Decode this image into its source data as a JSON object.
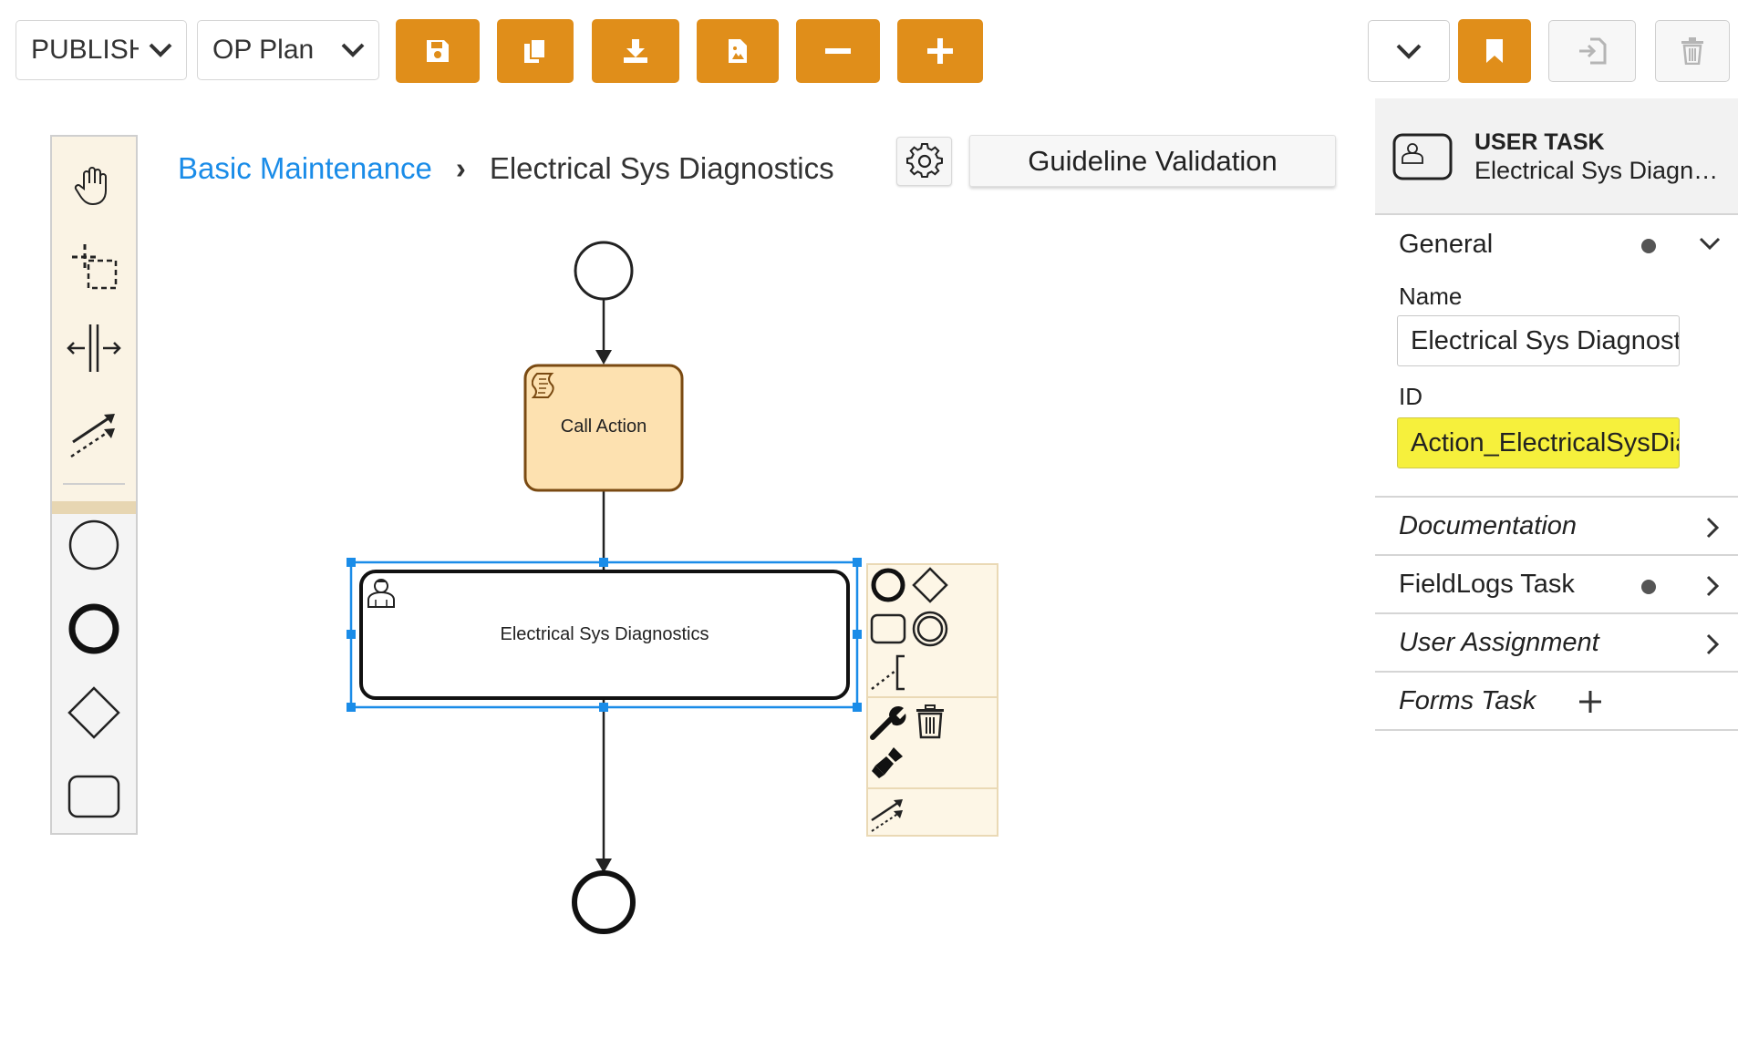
{
  "toolbar": {
    "status_select": "PUBLISH",
    "plan_select": "OP Plan",
    "buttons": [
      "save",
      "copy",
      "download",
      "export-image",
      "zoom-out",
      "zoom-in"
    ],
    "right_buttons": [
      "dropdown",
      "bookmark",
      "import",
      "delete"
    ]
  },
  "breadcrumb": {
    "parent": "Basic Maintenance",
    "separator": "›",
    "current": "Electrical Sys Diagnostics"
  },
  "canvas": {
    "guideline_button": "Guideline Validation",
    "call_action_label": "Call Action",
    "user_task_label": "Electrical Sys Diagnostics"
  },
  "palette": {
    "tools": [
      "hand-tool",
      "lasso-tool",
      "space-tool",
      "connect-tool"
    ],
    "shapes": [
      "start-event",
      "end-event",
      "gateway",
      "task"
    ]
  },
  "panel": {
    "type": "USER TASK",
    "name": "Electrical Sys Diagnostics",
    "general": "General",
    "name_label": "Name",
    "name_value": "Electrical Sys Diagnostics",
    "id_label": "ID",
    "id_value": "Action_ElectricalSysDiagnostics",
    "sections": {
      "documentation": "Documentation",
      "fieldlogs": "FieldLogs Task",
      "user_assignment": "User Assignment",
      "forms": "Forms Task"
    }
  },
  "colors": {
    "accent": "#e08e1a",
    "link": "#1a8ce8",
    "selection": "#1a8ce8",
    "highlight": "#f6f03c",
    "call_action_fill": "#fde1b0",
    "call_action_stroke": "#7a4a12"
  }
}
